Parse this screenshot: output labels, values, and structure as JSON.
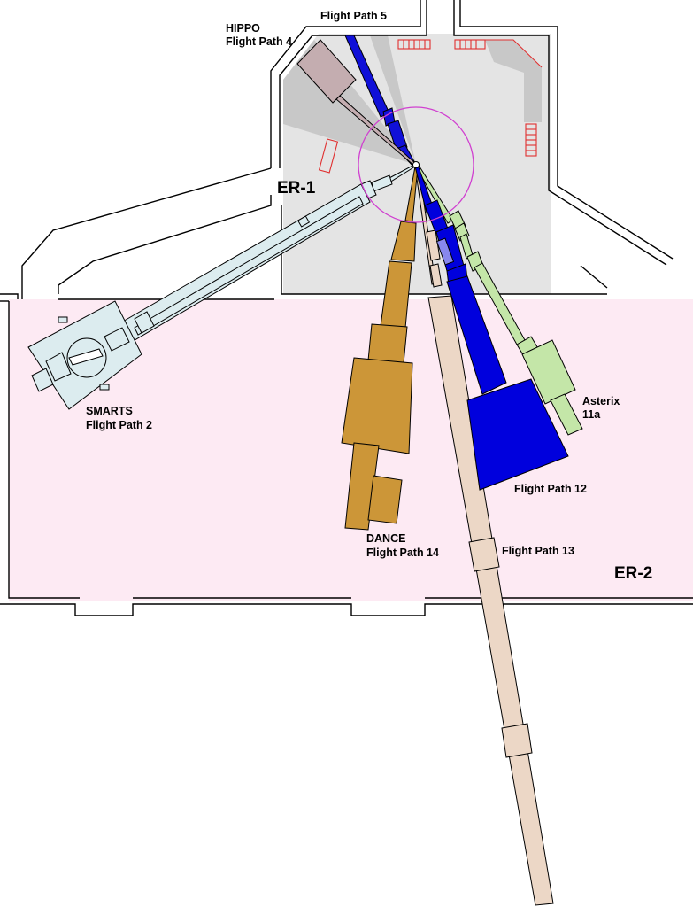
{
  "rooms": {
    "er1": "ER-1",
    "er2": "ER-2"
  },
  "instruments": {
    "hippo": {
      "name": "HIPPO",
      "path": "Flight Path 4"
    },
    "fp5": {
      "path": "Flight Path 5"
    },
    "smarts": {
      "name": "SMARTS",
      "path": "Flight Path 2"
    },
    "asterix": {
      "name": "Asterix",
      "path": "11a"
    },
    "fp12": {
      "path": "Flight Path 12"
    },
    "fp13": {
      "path": "Flight Path 13"
    },
    "dance": {
      "name": "DANCE",
      "path": "Flight Path 14"
    }
  },
  "colors": {
    "er1_floor": "#e4e4e4",
    "er2_floor": "#fdeaf3",
    "fp14_gold": "#cc9638",
    "fp12_blue": "#0000dd",
    "asterix_green": "#c4e6a8",
    "fp13_tan": "#ecd7c6",
    "smarts_blue": "#dcecef",
    "hippo_mauve": "#c4adb0",
    "shielding_red": "#e03030",
    "target_circle": "#d040d0"
  }
}
